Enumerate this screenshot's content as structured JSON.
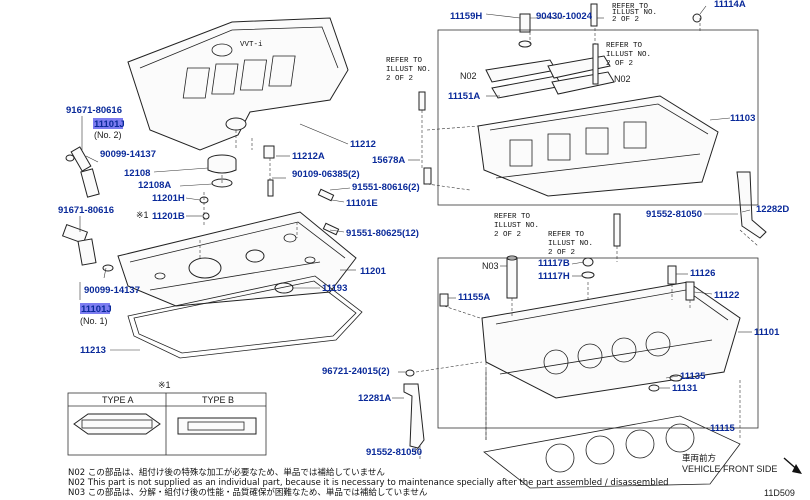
{
  "parts": {
    "p11159H": "11159H",
    "p90430_10024": "90430-10024",
    "p11114A": "11114A",
    "p91671_80616_top": "91671-80616",
    "p11101J_top": "11101J",
    "no2_paren": "(No. 2)",
    "p90099_14137_top": "90099-14137",
    "p12108": "12108",
    "p12108A": "12108A",
    "p11201H": "11201H",
    "p11201B": "11201B",
    "star1": "※1",
    "p91671_80616_bot": "91671-80616",
    "p90099_14137_bot": "90099-14137",
    "p11101J_bot": "11101J",
    "no1_paren": "(No. 1)",
    "p11213": "11213",
    "p11212": "11212",
    "p11212A": "11212A",
    "p90109_06385": "90109-06385(2)",
    "p91551_80616": "91551-80616(2)",
    "p11101E": "11101E",
    "p91551_80625": "91551-80625(12)",
    "p11201": "11201",
    "p11193": "11193",
    "p15678A": "15678A",
    "p11151A": "11151A",
    "n02_left": "N02",
    "n02_right": "N02",
    "p11103": "11103",
    "p91552_81050_top": "91552-81050",
    "p12282D": "12282D",
    "p11117B": "11117B",
    "p11117H": "11117H",
    "n03": "N03",
    "p11126": "11126",
    "p11122": "11122",
    "p11155A": "11155A",
    "p11101": "11101",
    "p96721_24015": "96721-24015(2)",
    "p11135": "11135",
    "p11131": "11131",
    "p12281A": "12281A",
    "p11115": "11115",
    "p91552_81050_bot": "91552-81050"
  },
  "refer_notes": {
    "top_left": [
      "REFER TO",
      "ILLUST NO.",
      "2 OF 2"
    ],
    "top_right": [
      "REFER TO",
      "ILLUST NO.",
      "2 OF 2"
    ],
    "mid_right": [
      "REFER TO",
      "ILLUST NO.",
      "2 OF 2"
    ],
    "mid_left": [
      "REFER TO",
      "ILLUST NO.",
      "2 OF 2"
    ]
  },
  "type_box": {
    "marker": "※1",
    "type_a": "TYPE A",
    "type_b": "TYPE B"
  },
  "engine_cover": {
    "logo": "VVT-i"
  },
  "vehicle_front": {
    "jp": "車両前方",
    "en": "VEHICLE FRONT SIDE"
  },
  "footnotes": [
    "N02  この部品は、組付け後の特殊な加工が必要なため、単品では補給していません",
    "N02  This part is not supplied as an individual part, because it is necessary to maintenance specially after the part assembled / disassembled",
    "N03  この部品は、分解・組付け後の性能・品質確保が困難なため、単品では補給していません"
  ],
  "illustration_id": "11D509",
  "colors": {
    "part_label": "#0a2a9a",
    "highlight": "#7c7cf0"
  }
}
